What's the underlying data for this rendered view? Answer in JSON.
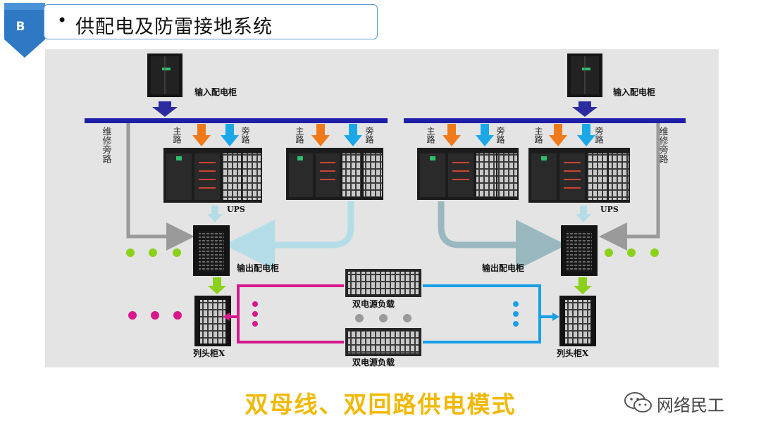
{
  "header": {
    "badge_letter": "B",
    "bullet": "•",
    "title": "供配电及防雷接地系统"
  },
  "diagram": {
    "input_cabinet_left": "输入配电柜",
    "input_cabinet_right": "输入配电柜",
    "maintenance_bypass_left": "维修旁路",
    "maintenance_bypass_right": "维修旁路",
    "main_path": "主路",
    "bypass_path": "旁路",
    "ups_left": "UPS",
    "ups_right": "UPS",
    "output_cabinet_left": "输出配电柜",
    "output_cabinet_right": "输出配电柜",
    "dual_psu_load_top": "双电源负载",
    "dual_psu_load_bottom": "双电源负载",
    "row_head_left": "列头柜X",
    "row_head_right": "列头柜X"
  },
  "caption": "双母线、双回路供电模式",
  "watermark": "网络民工",
  "colors": {
    "busbar": "#1e1ea8",
    "input_arrow": "#2c2ca0",
    "main_arrow": "#f07a1a",
    "bypass_arrow": "#1aa8e8",
    "magenta": "#d6198c",
    "cyan": "#1aa0e6",
    "green_dot": "#8bd11a",
    "caption": "#f2b800"
  }
}
